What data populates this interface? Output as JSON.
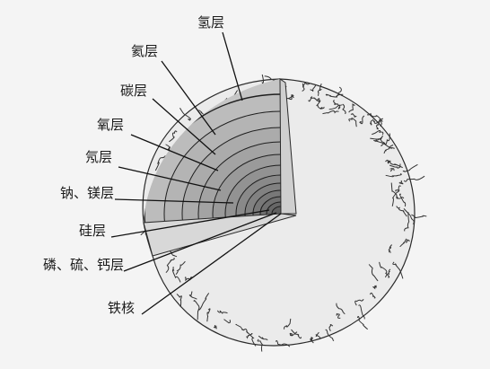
{
  "labels": [
    {
      "key": "hydrogen",
      "text": "氢层"
    },
    {
      "key": "helium",
      "text": "氦层"
    },
    {
      "key": "carbon",
      "text": "碳层"
    },
    {
      "key": "oxygen",
      "text": "氧层"
    },
    {
      "key": "neon",
      "text": "氖层"
    },
    {
      "key": "sodium_magnesium",
      "text": "钠、镁层"
    },
    {
      "key": "silicon",
      "text": "硅层"
    },
    {
      "key": "phosphorus_sulfur_calcium",
      "text": "磷、硫、钙层"
    },
    {
      "key": "iron_core",
      "text": "铁核"
    }
  ],
  "colors": {
    "background": "#f4f4f4",
    "outer_sphere": "#ebebeb",
    "outline": "#2a2a2a",
    "cut_face_light": "#d2d2d2",
    "cut_face_dark": "#8a8a8a",
    "leader_line": "#111111"
  }
}
